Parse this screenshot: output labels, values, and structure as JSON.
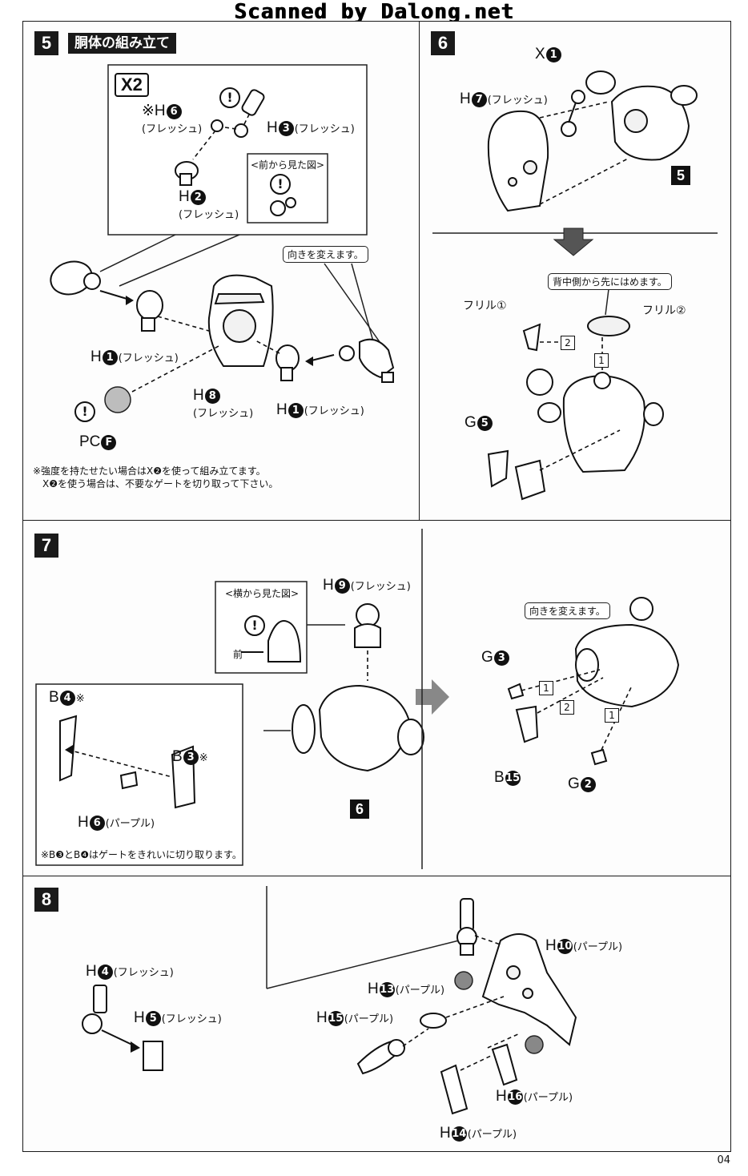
{
  "watermark": "Scanned by Dalong.net",
  "page_number": "04",
  "step5": {
    "number": "5",
    "title": "胴体の組み立て",
    "multiplier": "X2",
    "inset_caption": "<前から見た図>",
    "turn_caption": "向きを変えます。",
    "note_line1": "※強度を持たせたい場合はX❷を使って組み立てます。",
    "note_line2": "X❷を使う場合は、不要なゲートを切り取って下さい。",
    "parts": {
      "h6_mark": "※H",
      "h6_num": "6",
      "h3_letter": "H",
      "h3_num": "3",
      "h2_letter": "H",
      "h2_num": "2",
      "h1a_letter": "H",
      "h1a_num": "1",
      "h8_letter": "H",
      "h8_num": "8",
      "h1b_letter": "H",
      "h1b_num": "1",
      "pc_letter": "PC",
      "pc_num": "F",
      "flesh": "(フレッシュ)"
    }
  },
  "step6": {
    "number": "6",
    "ref_step": "5",
    "back_caption": "背中側から先にはめます。",
    "parts": {
      "x1_letter": "X",
      "x1_num": "1",
      "h7_letter": "H",
      "h7_num": "7",
      "flesh": "(フレッシュ)",
      "frill1": "フリル①",
      "frill2": "フリル②",
      "g5_letter": "G",
      "g5_num": "5"
    },
    "seq": [
      "2",
      "1"
    ]
  },
  "step7": {
    "number": "7",
    "ref_step": "6",
    "side_caption": "<横から見た図>",
    "front_label": "前",
    "turn_caption": "向きを変えます。",
    "note": "※B❸とB❹はゲートをきれいに切り取ります。",
    "parts": {
      "h9_letter": "H",
      "h9_num": "9",
      "flesh": "(フレッシュ)",
      "b4_letter": "B",
      "b4_num": "4",
      "b4_mark": "※",
      "b3_letter": "B",
      "b3_num": "3",
      "b3_mark": "※",
      "h6_letter": "H",
      "h6_num": "6",
      "purple": "(パープル)",
      "g3_letter": "G",
      "g3_num": "3",
      "b15_letter": "B",
      "b15_num": "15",
      "g2_letter": "G",
      "g2_num": "2"
    },
    "seq": [
      "1",
      "2",
      "1"
    ]
  },
  "step8": {
    "number": "8",
    "parts": {
      "h4_letter": "H",
      "h4_num": "4",
      "h5_letter": "H",
      "h5_num": "5",
      "flesh": "(フレッシュ)",
      "h10_letter": "H",
      "h10_num": "10",
      "h13_letter": "H",
      "h13_num": "13",
      "h15_letter": "H",
      "h15_num": "15",
      "h16_letter": "H",
      "h16_num": "16",
      "h14_letter": "H",
      "h14_num": "14",
      "purple": "(パープル)"
    }
  }
}
